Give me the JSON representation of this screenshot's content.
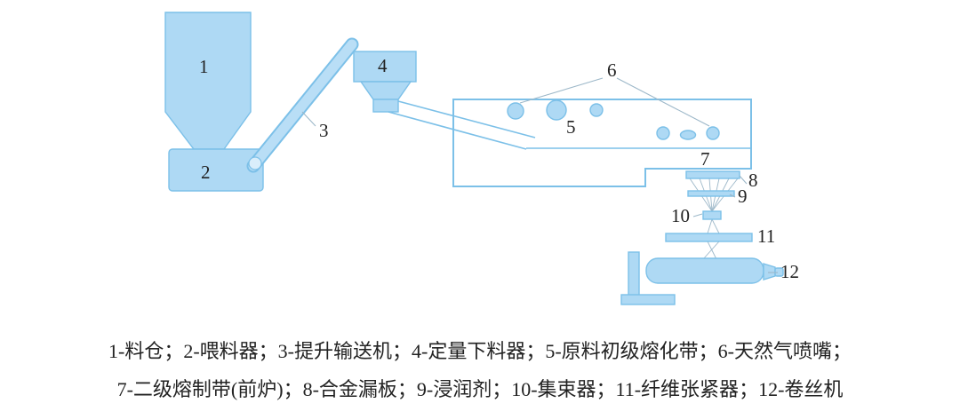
{
  "diagram": {
    "labels": {
      "n1": "1",
      "n2": "2",
      "n3": "3",
      "n4": "4",
      "n5": "5",
      "n6": "6",
      "n7": "7",
      "n8": "8",
      "n9": "9",
      "n10": "10",
      "n11": "11",
      "n12": "12"
    }
  },
  "caption": {
    "line1": "1-料仓；2-喂料器；3-提升输送机；4-定量下料器；5-原料初级熔化带；6-天然气喷嘴；",
    "line2": "7-二级熔制带(前炉)；8-合金漏板；9-浸润剂；10-集束器；11-纤维张紧器；12-卷丝机"
  },
  "colors": {
    "shape_fill": "#aed9f4",
    "shape_stroke": "#7cc0e8",
    "leader": "#9db8c9",
    "text": "#222222"
  }
}
